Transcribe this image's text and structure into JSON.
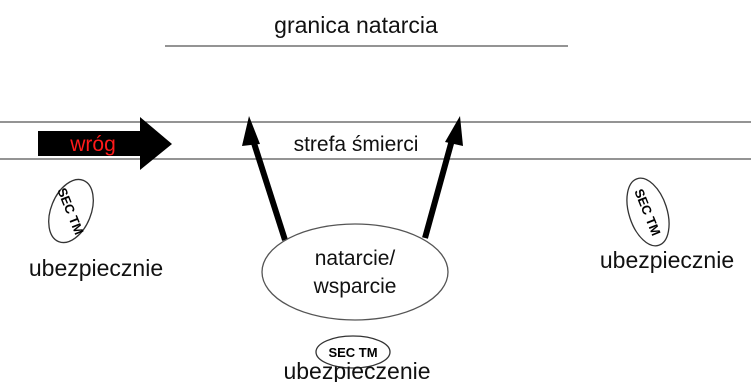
{
  "diagram": {
    "top_label": "granica natarcia",
    "enemy_label": "wróg",
    "kill_zone_label": "strefa śmierci",
    "assault_line1": "natarcie/",
    "assault_line2": "wsparcie",
    "security_left": "ubezpiecznie",
    "security_right": "ubezpiecznie",
    "security_bottom": "ubezpieczenie",
    "team_badge": "SEC TM",
    "colors": {
      "line": "#555555",
      "arrow": "#000000",
      "enemy_text": "#ff1a1a",
      "text": "#111111"
    }
  }
}
